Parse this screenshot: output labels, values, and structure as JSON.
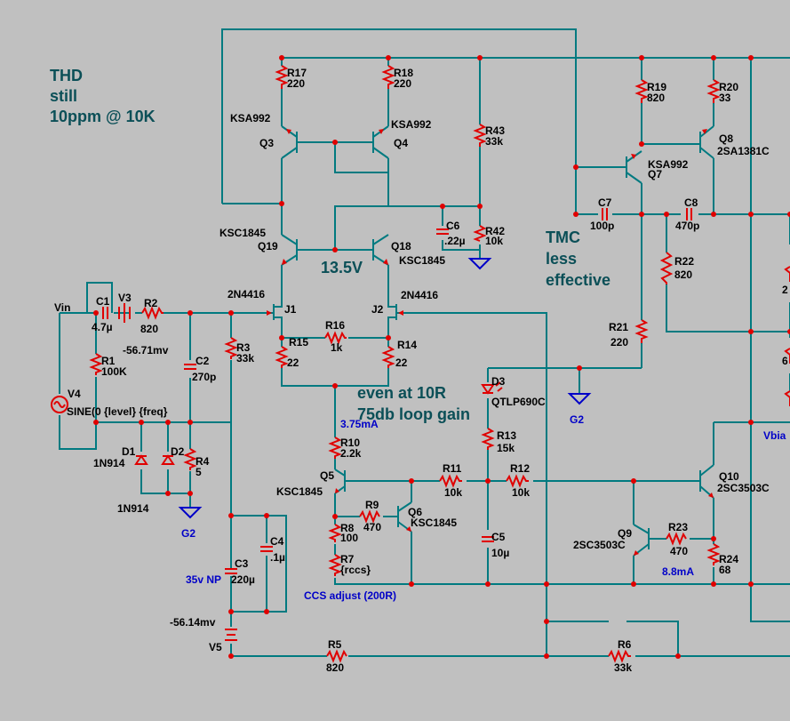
{
  "comments": {
    "thd": [
      "THD",
      "still",
      "10ppm @ 10K"
    ],
    "tmc": [
      "TMC",
      "less",
      "effective"
    ],
    "voltage": "13.5V",
    "loop": [
      "even at 10R",
      "75db loop gain"
    ]
  },
  "components": {
    "R17": {
      "name": "R17",
      "value": "220"
    },
    "R18": {
      "name": "R18",
      "value": "220"
    },
    "R43": {
      "name": "R43",
      "value": "33k"
    },
    "R42": {
      "name": "R42",
      "value": "10k"
    },
    "R19": {
      "name": "R19",
      "value": "820"
    },
    "R20": {
      "name": "R20",
      "value": "33"
    },
    "R22": {
      "name": "R22",
      "value": "820"
    },
    "R21": {
      "name": "R21",
      "value": "220"
    },
    "R2": {
      "name": "R2",
      "value": "820"
    },
    "R1": {
      "name": "R1",
      "value": "100K"
    },
    "R3": {
      "name": "R3",
      "value": "33k"
    },
    "R4": {
      "name": "R4",
      "value": "5"
    },
    "R15": {
      "name": "R15",
      "value": "22"
    },
    "R16": {
      "name": "R16",
      "value": "1k"
    },
    "R14": {
      "name": "R14",
      "value": "22"
    },
    "R10": {
      "name": "R10",
      "value": "2.2k"
    },
    "R13": {
      "name": "R13",
      "value": "15k"
    },
    "R11": {
      "name": "R11",
      "value": "10k"
    },
    "R12": {
      "name": "R12",
      "value": "10k"
    },
    "R9": {
      "name": "R9",
      "value": "470"
    },
    "R8": {
      "name": "R8",
      "value": "100"
    },
    "R7": {
      "name": "R7",
      "value": "{rccs}"
    },
    "R23": {
      "name": "R23",
      "value": "470"
    },
    "R24": {
      "name": "R24",
      "value": "68"
    },
    "R5": {
      "name": "R5",
      "value": "820"
    },
    "R6": {
      "name": "R6",
      "value": "33k"
    },
    "C1": {
      "name": "C1",
      "value": "4.7µ"
    },
    "C2": {
      "name": "C2",
      "value": "270p"
    },
    "C3": {
      "name": "C3",
      "value": "220µ"
    },
    "C4": {
      "name": "C4",
      "value": ".1µ"
    },
    "C5": {
      "name": "C5",
      "value": "10µ"
    },
    "C6": {
      "name": "C6",
      "value": ".22µ"
    },
    "C7": {
      "name": "C7",
      "value": "100p"
    },
    "C8": {
      "name": "C8",
      "value": "470p"
    },
    "Q3": {
      "name": "Q3",
      "value": "KSA992"
    },
    "Q4": {
      "name": "Q4",
      "value": "KSA992"
    },
    "Q7": {
      "name": "Q7",
      "value": "KSA992"
    },
    "Q8": {
      "name": "Q8",
      "value": "2SA1381C"
    },
    "Q19": {
      "name": "Q19",
      "value": "KSC1845"
    },
    "Q18": {
      "name": "Q18",
      "value": "KSC1845"
    },
    "Q5": {
      "name": "Q5",
      "value": "KSC1845"
    },
    "Q6": {
      "name": "Q6",
      "value": "KSC1845"
    },
    "Q9": {
      "name": "Q9",
      "value": "2SC3503C"
    },
    "Q10": {
      "name": "Q10",
      "value": "2SC3503C"
    },
    "J1": {
      "name": "J1",
      "value": "2N4416"
    },
    "J2": {
      "name": "J2",
      "value": "2N4416"
    },
    "D1": {
      "name": "D1",
      "value": "1N914"
    },
    "D2": {
      "name": "D2",
      "value": "1N914"
    },
    "D3": {
      "name": "D3",
      "value": "QTLP690C"
    },
    "V3": {
      "name": "V3"
    },
    "V4": {
      "name": "V4",
      "value": "SINE(0 {level} {freq}"
    },
    "V5": {
      "name": "V5"
    }
  },
  "nets": {
    "vin": "Vin",
    "vbias": "Vbia",
    "g2": "G2"
  },
  "annotations": {
    "mv1": "-56.71mv",
    "mv2": "-56.14mv",
    "ma1": "3.75mA",
    "ma2": "8.8mA",
    "ccs": "CCS adjust (200R)",
    "c3np": "35v NP",
    "r_right1": "2",
    "r_right2": "6"
  }
}
